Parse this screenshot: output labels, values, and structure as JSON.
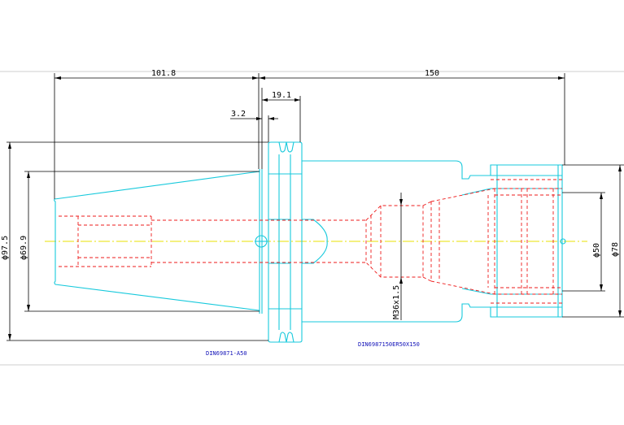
{
  "drawing": {
    "colors": {
      "outline": "#17c9dc",
      "hidden": "#ee1b1b",
      "centerline": "#e8e000",
      "dimension": "#000000",
      "label": "#1212b8"
    },
    "dimensions": {
      "taper_length": "101.8",
      "overall_length": "150",
      "flange_width": "19.1",
      "flange_offset": "3.2",
      "flange_diameter": "ϕ97.5",
      "taper_diameter": "ϕ69.9",
      "thread": "M36x1.5",
      "nut_diameter": "ϕ78",
      "bore_diameter": "ϕ50"
    },
    "labels": {
      "shank_standard": "DIN69871-A50",
      "holder_standard": "DIN6987150ER50X150"
    }
  }
}
